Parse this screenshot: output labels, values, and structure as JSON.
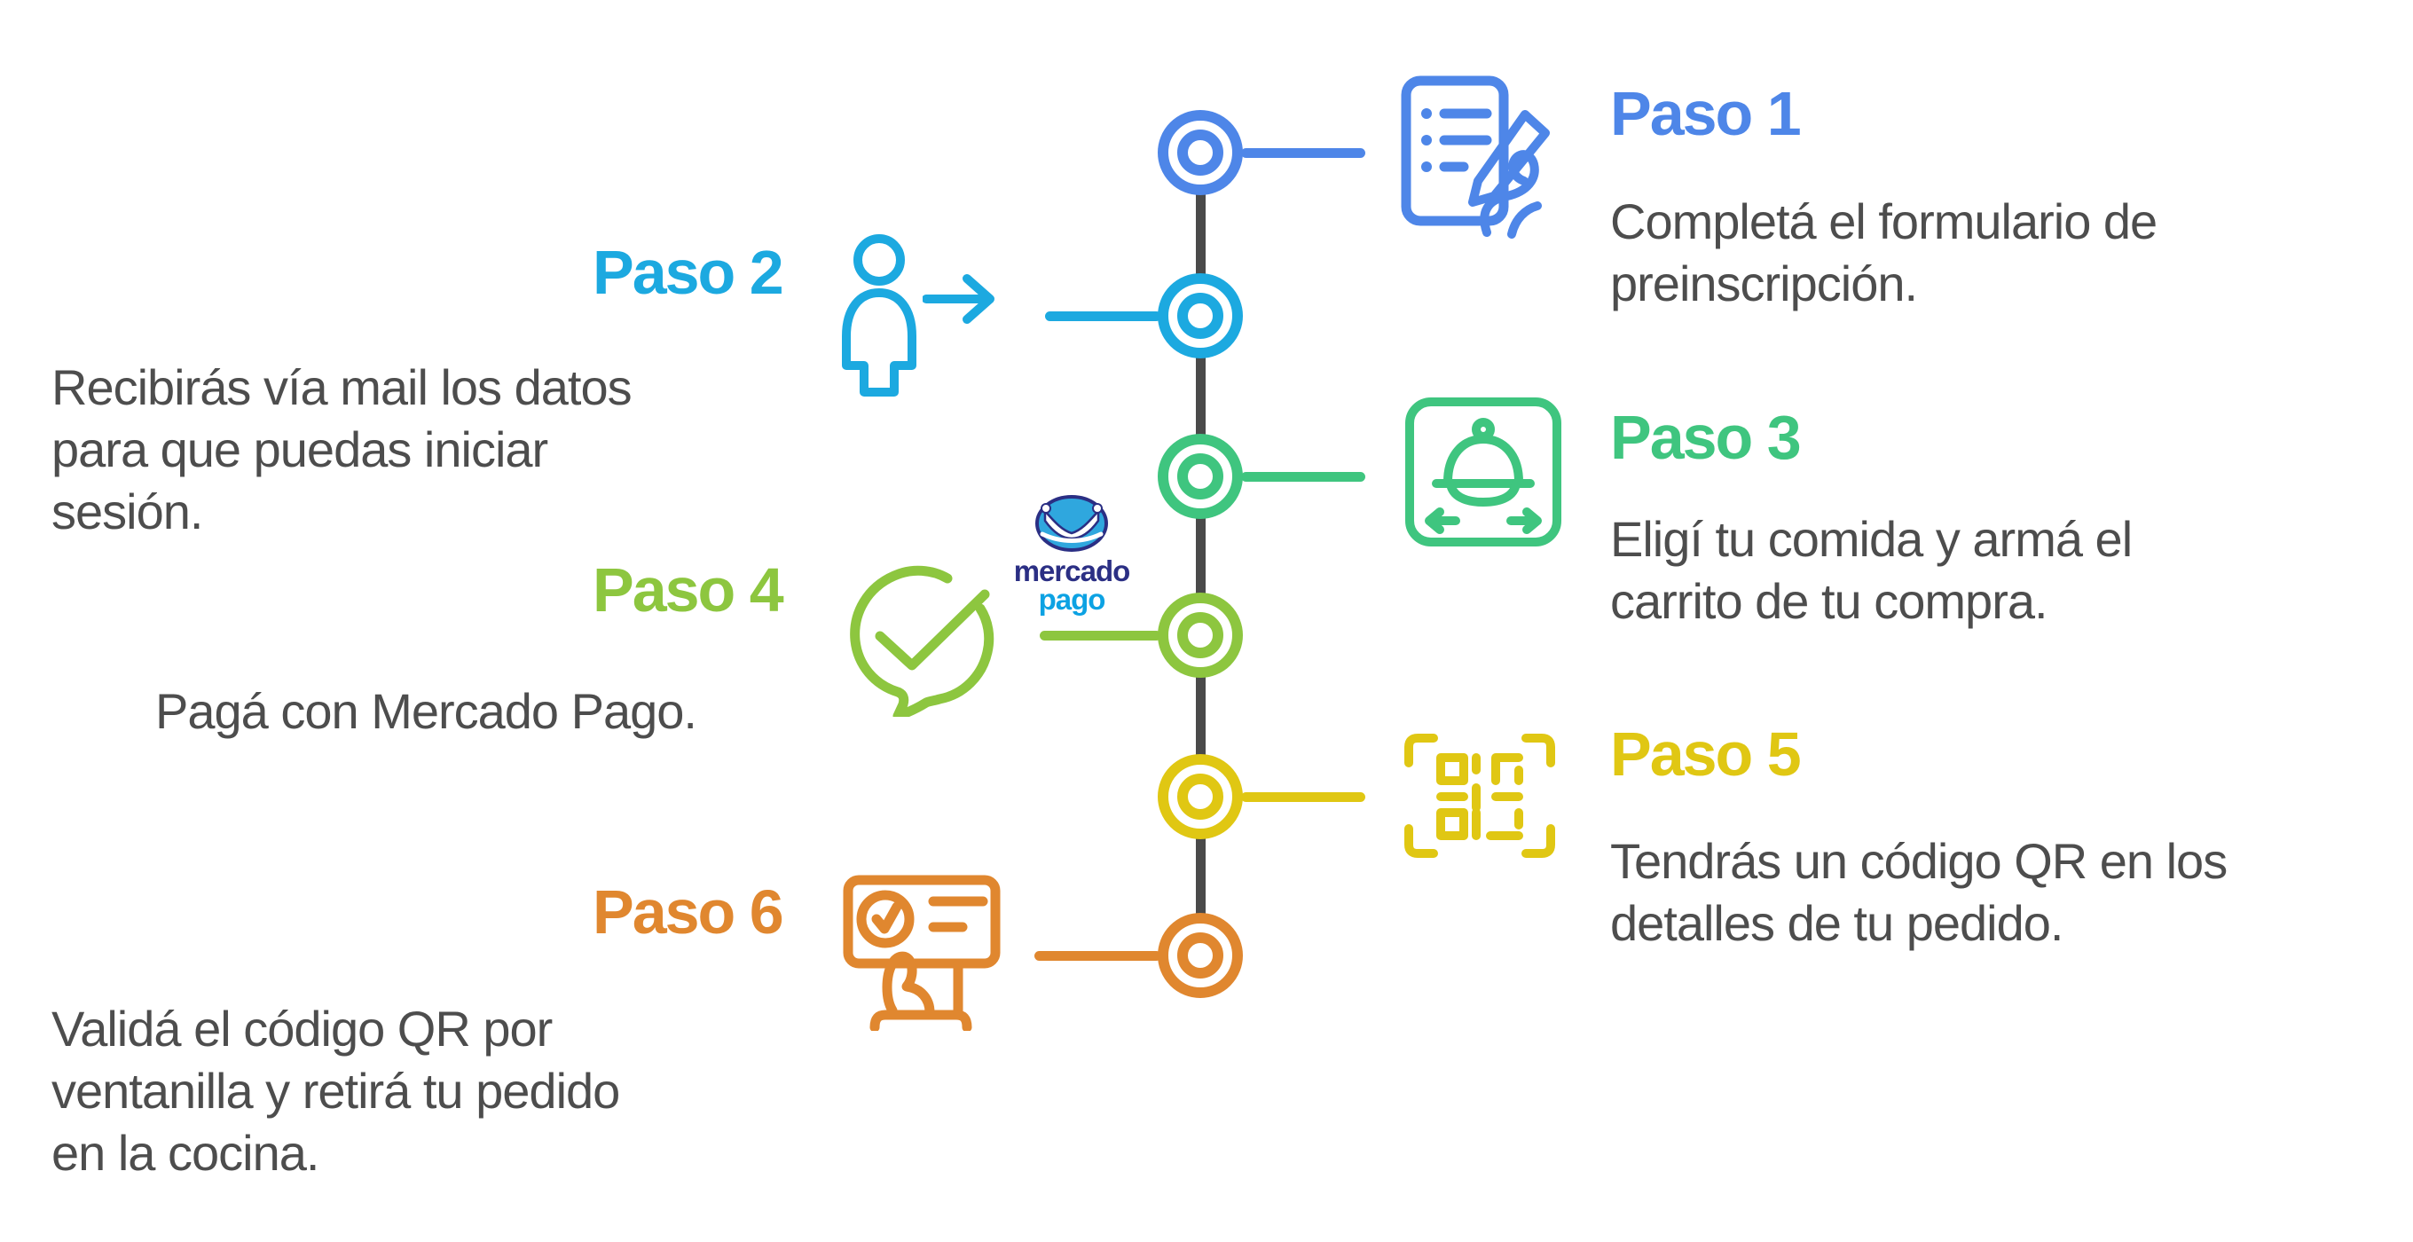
{
  "page": {
    "background": "#ffffff"
  },
  "timeline": {
    "line_color": "#4a4a4a",
    "node_count": 6
  },
  "logo": {
    "name": "mercado-pago-logo",
    "word_top": "mercado",
    "word_bottom": "pago",
    "navy": "#2b2f84",
    "light_blue": "#0ca2e3",
    "oval_fill": "#2fa7de"
  },
  "steps": [
    {
      "title": "Paso 1",
      "color": "#4e86e8",
      "side": "right",
      "icon": "registration-form-pen-icon",
      "desc": [
        "Completá el formulario de",
        "preinscripción."
      ]
    },
    {
      "title": "Paso 2",
      "color": "#1ca9e0",
      "side": "left",
      "icon": "person-icon",
      "desc": [
        "Recibirás vía mail los datos",
        "para que puedas iniciar",
        "sesión."
      ]
    },
    {
      "title": "Paso 3",
      "color": "#3fc57f",
      "side": "right",
      "icon": "food-tray-icon",
      "desc": [
        "Eligí tu comida y armá el",
        "carrito de tu compra."
      ]
    },
    {
      "title": "Paso 4",
      "color": "#8dc63f",
      "side": "left",
      "icon": "check-speech-bubble-icon",
      "desc": [
        "Pagá con Mercado Pago."
      ]
    },
    {
      "title": "Paso 5",
      "color": "#e0c713",
      "side": "right",
      "icon": "qr-code-icon",
      "desc": [
        "Tendrás un código QR en los",
        "detalles de tu pedido."
      ]
    },
    {
      "title": "Paso 6",
      "color": "#e0872f",
      "side": "left",
      "icon": "validation-sign-icon",
      "desc": [
        "Validá el código QR por",
        "ventanilla y retirá tu pedido",
        "en la cocina."
      ]
    }
  ]
}
